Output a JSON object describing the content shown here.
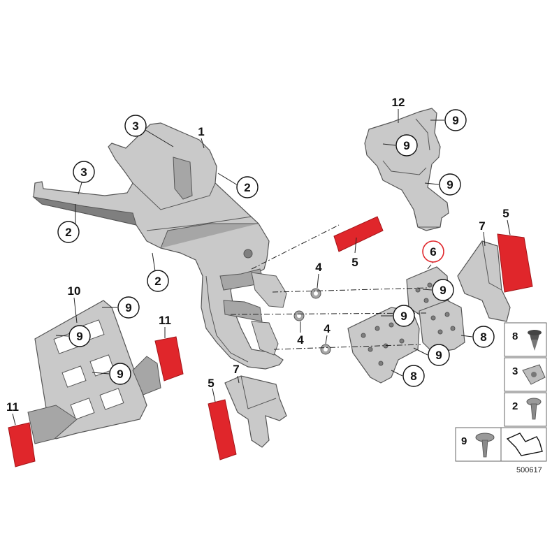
{
  "diagram": {
    "id": "500617",
    "colors": {
      "part_light": "#c9c9c9",
      "part_mid": "#a6a6a6",
      "part_dark": "#7f7f7f",
      "outline": "#555555",
      "reflector_red": "#e0262b",
      "reflector_highlight": "#f28a8d",
      "highlight_ring": "#e0262b",
      "callout_ring": "#111111"
    },
    "callouts": [
      {
        "id": "c1",
        "label": "1"
      },
      {
        "id": "c2a",
        "label": "2"
      },
      {
        "id": "c2b",
        "label": "2"
      },
      {
        "id": "c2c",
        "label": "2"
      },
      {
        "id": "c3a",
        "label": "3"
      },
      {
        "id": "c3b",
        "label": "3"
      },
      {
        "id": "c4a",
        "label": "4"
      },
      {
        "id": "c4b",
        "label": "4"
      },
      {
        "id": "c4c",
        "label": "4"
      },
      {
        "id": "c5a",
        "label": "5"
      },
      {
        "id": "c5b",
        "label": "5"
      },
      {
        "id": "c5c",
        "label": "5"
      },
      {
        "id": "c6",
        "label": "6",
        "highlighted": true
      },
      {
        "id": "c7a",
        "label": "7"
      },
      {
        "id": "c7b",
        "label": "7"
      },
      {
        "id": "c8a",
        "label": "8"
      },
      {
        "id": "c8b",
        "label": "8"
      },
      {
        "id": "c9a",
        "label": "9"
      },
      {
        "id": "c9b",
        "label": "9"
      },
      {
        "id": "c9c",
        "label": "9"
      },
      {
        "id": "c9d",
        "label": "9"
      },
      {
        "id": "c9e",
        "label": "9"
      },
      {
        "id": "c9f",
        "label": "9"
      },
      {
        "id": "c9g",
        "label": "9"
      },
      {
        "id": "c9h",
        "label": "9"
      },
      {
        "id": "c9i",
        "label": "9"
      },
      {
        "id": "c10",
        "label": "10"
      },
      {
        "id": "c11a",
        "label": "11"
      },
      {
        "id": "c11b",
        "label": "11"
      },
      {
        "id": "c12",
        "label": "12"
      }
    ],
    "legend": [
      {
        "label": "8",
        "icon": "plastic-rivet-icon"
      },
      {
        "label": "3",
        "icon": "clip-nut-icon"
      },
      {
        "label": "2",
        "icon": "torx-screw-icon"
      },
      {
        "label": "9",
        "icon": "flange-screw-icon"
      }
    ],
    "kit_icon": "kit-arrow-icon"
  }
}
